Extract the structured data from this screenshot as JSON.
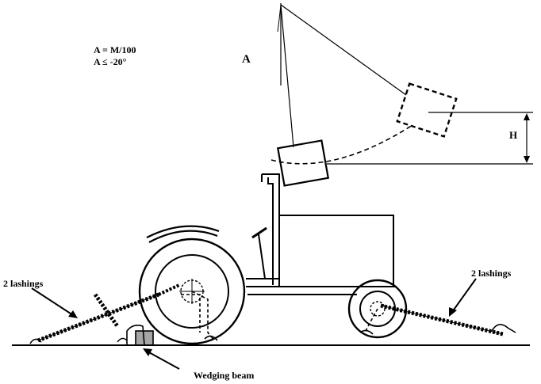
{
  "formula": {
    "line1": "A = M/100",
    "line2": "A ≤ -20°"
  },
  "labels": {
    "angle": "A",
    "height": "H",
    "lashings_left": "2 lashings",
    "lashings_right": "2 lashings",
    "wedging_beam": "Wedging beam"
  }
}
